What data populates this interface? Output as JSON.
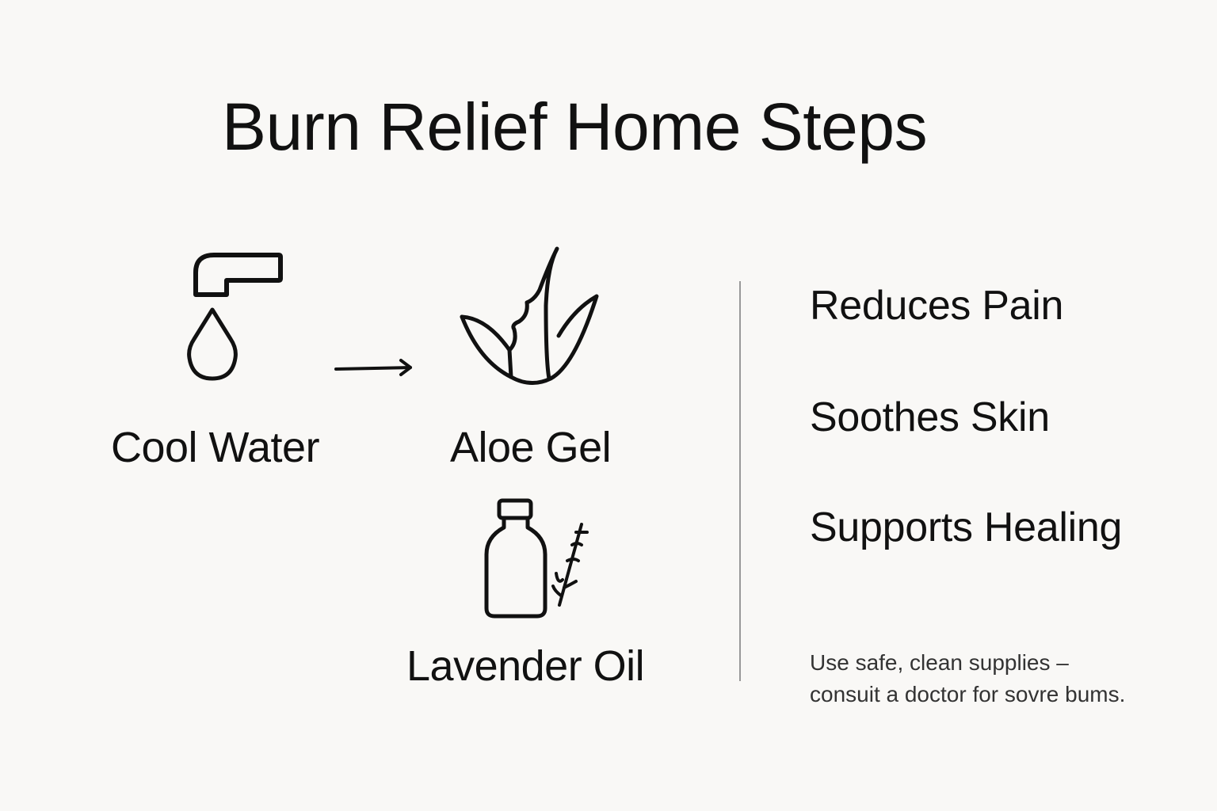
{
  "title": "Burn Relief Home Steps",
  "steps": [
    {
      "label": "Cool Water",
      "icon": "faucet-water-drop-icon"
    },
    {
      "label": "Aloe Gel",
      "icon": "aloe-plant-icon"
    },
    {
      "label": "Lavender Oil",
      "icon": "oil-bottle-lavender-icon"
    }
  ],
  "flow_arrow": "arrow-right-icon",
  "benefits": [
    {
      "label": "Reduces Pain"
    },
    {
      "label": "Soothes Skin"
    },
    {
      "label": "Supports Healing"
    }
  ],
  "note": {
    "line1": "Use safe, clean supplies –",
    "line2": "consuit a doctor for sovre bums."
  },
  "colors": {
    "background": "#f9f8f6",
    "text": "#111111",
    "icon_stroke": "#111111",
    "divider": "#999999"
  }
}
